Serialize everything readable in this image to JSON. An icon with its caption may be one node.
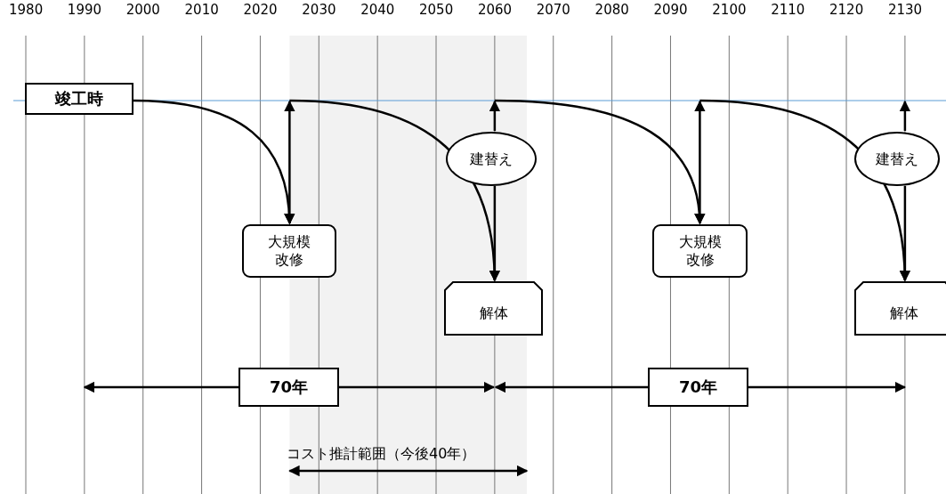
{
  "diagram": {
    "nodes": [
      {
        "text": [
          "竣工時"
        ]
      },
      {
        "text": [
          "大規模改修"
        ]
      },
      {
        "text": [
          "解体"
        ]
      },
      {
        "text": [
          "建替え"
        ]
      },
      {
        "text": [
          "大規模改修"
        ]
      },
      {
        "text": [
          "解体"
        ]
      },
      {
        "text": [
          "建替え"
        ]
      },
      {
        "text": [
          "70年"
        ]
      },
      {
        "text": [
          "70年"
        ]
      }
    ],
    "edges": [
      {
        "from": 0,
        "to": 1,
        "arrow": "to"
      },
      {
        "from": 1,
        "to": null,
        "arrow": "both"
      },
      {
        "from": null,
        "to": 2,
        "arrow": "to"
      },
      {
        "from": 3,
        "to": null,
        "arrow": "to"
      },
      {
        "from": 3,
        "to": 2,
        "arrow": "to"
      },
      {
        "from": null,
        "to": 4,
        "arrow": "to"
      },
      {
        "from": 4,
        "to": null,
        "arrow": "both"
      },
      {
        "from": null,
        "to": 5,
        "arrow": "to"
      },
      {
        "from": 6,
        "to": null,
        "arrow": "to"
      },
      {
        "from": 6,
        "to": 5,
        "arrow": "to"
      },
      {
        "from": 7,
        "to": null,
        "arrow": "to"
      },
      {
        "from": 7,
        "to": null,
        "arrow": "to"
      },
      {
        "from": 8,
        "to": null,
        "arrow": "to"
      },
      {
        "from": 8,
        "to": null,
        "arrow": "to"
      }
    ],
    "labels": [
      "1980",
      "1990",
      "2000",
      "2010",
      "2020",
      "2030",
      "2040",
      "2050",
      "2060",
      "2070",
      "2080",
      "2090",
      "2100",
      "2110",
      "2120",
      "2130",
      "コスト推計範囲（今後40年）"
    ]
  }
}
